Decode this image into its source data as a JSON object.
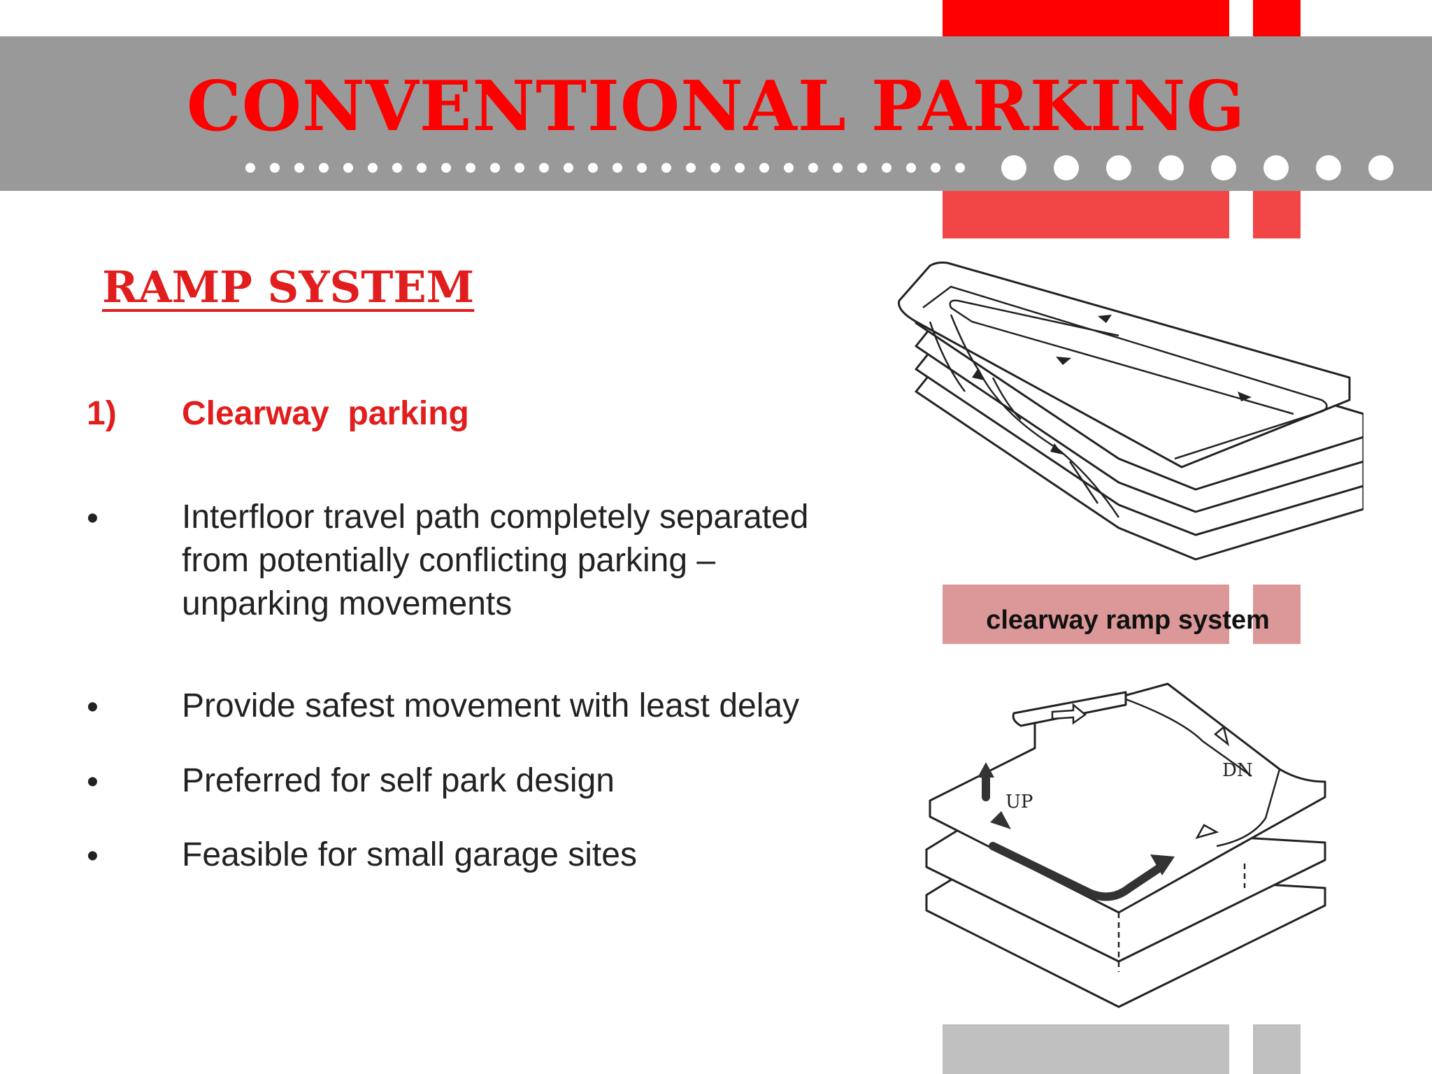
{
  "slide": {
    "title": "CONVENTIONAL PARKING",
    "section_title": "RAMP SYSTEM",
    "item_number": "1)",
    "item_heading": "Clearway  parking",
    "bullet_symbol": "•",
    "bullets": [
      "Interfloor travel path completely separated from potentially conflicting parking – unparking movements",
      "Provide safest movement with least delay",
      "Preferred for self park design",
      "Feasible for small garage sites"
    ],
    "figure_caption": "clearway ramp system",
    "lower_diagram_labels": {
      "up": "UP",
      "down": "DN"
    }
  },
  "colors": {
    "accent_red": "#ff0000",
    "band_grey": "#999999",
    "caption_pink": "#dc9898"
  }
}
